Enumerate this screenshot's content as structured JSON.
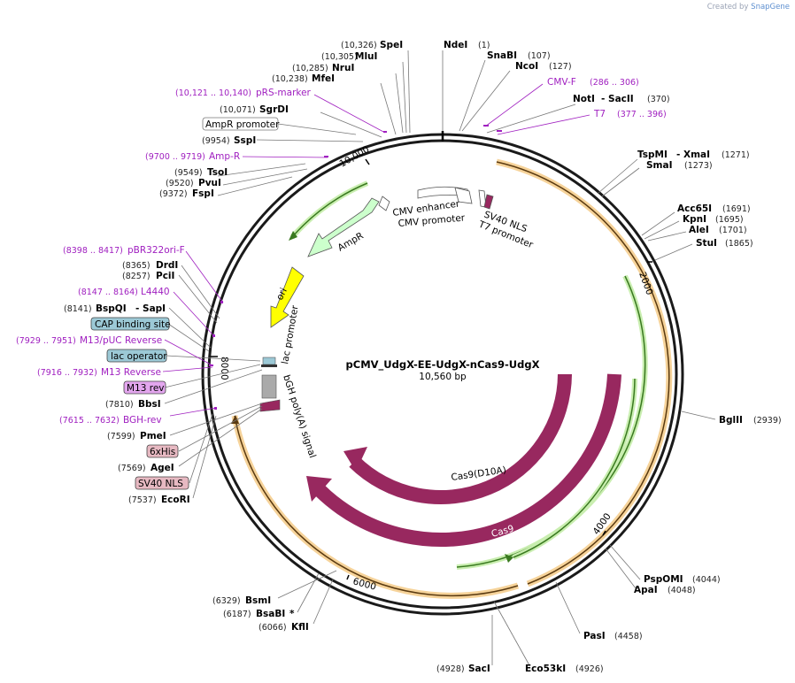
{
  "credit": {
    "prefix": "Created by",
    "brand": "SnapGene"
  },
  "plasmid": {
    "name": "pCMV_UdgX-EE-UdgX-nCas9-UdgX",
    "size": "10,560 bp"
  },
  "ticks": [
    {
      "label": "2000"
    },
    {
      "label": "4000"
    },
    {
      "label": "6000"
    },
    {
      "label": "8000"
    },
    {
      "label": "10,000"
    }
  ],
  "sites": [
    {
      "name": "SpeI",
      "pos": "(10,326)"
    },
    {
      "name": "MluI",
      "pos": "(10,305)"
    },
    {
      "name": "NruI",
      "pos": "(10,285)"
    },
    {
      "name": "MfeI",
      "pos": "(10,238)"
    },
    {
      "name": "NdeI",
      "pos": "(1)"
    },
    {
      "name": "SnaBI",
      "pos": "(107)"
    },
    {
      "name": "NcoI",
      "pos": "(127)"
    },
    {
      "name": "NotI",
      "pos": "- SacII",
      "pos2": "(370)"
    },
    {
      "name": "SgrDI",
      "pos": "(10,071)"
    },
    {
      "name": "SspI",
      "pos": "(9954)"
    },
    {
      "name": "TsoI",
      "pos": "(9549)"
    },
    {
      "name": "PvuI",
      "pos": "(9520)"
    },
    {
      "name": "FspI",
      "pos": "(9372)"
    },
    {
      "name": "TspMI",
      "pos": "- XmaI",
      "pos2": "(1271)"
    },
    {
      "name": "SmaI",
      "pos": "(1273)"
    },
    {
      "name": "Acc65I",
      "pos": "(1691)"
    },
    {
      "name": "KpnI",
      "pos": "(1695)"
    },
    {
      "name": "AleI",
      "pos": "(1701)"
    },
    {
      "name": "StuI",
      "pos": "(1865)"
    },
    {
      "name": "DrdI",
      "pos": "(8365)"
    },
    {
      "name": "PciI",
      "pos": "(8257)"
    },
    {
      "name": "BspQI",
      "pos": "(8141)",
      "extra": "- SapI"
    },
    {
      "name": "BbsI",
      "pos": "(7810)"
    },
    {
      "name": "PmeI",
      "pos": "(7599)"
    },
    {
      "name": "AgeI",
      "pos": "(7569)"
    },
    {
      "name": "EcoRI",
      "pos": "(7537)"
    },
    {
      "name": "BglII",
      "pos": "(2939)"
    },
    {
      "name": "PspOMI",
      "pos": "(4044)"
    },
    {
      "name": "ApaI",
      "pos": "(4048)"
    },
    {
      "name": "PasI",
      "pos": "(4458)"
    },
    {
      "name": "SacI",
      "pos": "(4928)"
    },
    {
      "name": "Eco53kI",
      "pos": "(4926)"
    },
    {
      "name": "BsmI",
      "pos": "(6329)"
    },
    {
      "name": "BsaBI",
      "pos": "(6187)",
      "extra": "*"
    },
    {
      "name": "KflI",
      "pos": "(6066)"
    }
  ],
  "primers": [
    {
      "name": "pRS-marker",
      "range": "(10,121 .. 10,140)"
    },
    {
      "name": "CMV-F",
      "range": "(286 .. 306)"
    },
    {
      "name": "T7",
      "range": "(377 .. 396)"
    },
    {
      "name": "Amp-R",
      "range": "(9700 .. 9719)"
    },
    {
      "name": "pBR322ori-F",
      "range": "(8398 .. 8417)"
    },
    {
      "name": "L4440",
      "range": "(8147 .. 8164)"
    },
    {
      "name": "M13/pUC Reverse",
      "range": "(7929 .. 7951)"
    },
    {
      "name": "M13 Reverse",
      "range": "(7916 .. 7932)"
    },
    {
      "name": "BGH-rev",
      "range": "(7615 .. 7632)"
    }
  ],
  "boxes": [
    {
      "label": "AmpR promoter",
      "color": "#ffffff"
    },
    {
      "label": "CAP binding site",
      "color": "#9cc9d6"
    },
    {
      "label": "lac operator",
      "color": "#9cc9d6"
    },
    {
      "label": "M13 rev",
      "color": "#e3a6ee"
    },
    {
      "label": "6xHis",
      "color": "#e7b9c2"
    },
    {
      "label": "SV40 NLS",
      "color": "#e7b9c2"
    }
  ],
  "features": [
    {
      "label": "CMV enhancer"
    },
    {
      "label": "CMV promoter"
    },
    {
      "label": "SV40 NLS"
    },
    {
      "label": "T7 promoter"
    },
    {
      "label": "AmpR"
    },
    {
      "label": "ori"
    },
    {
      "label": "lac promoter"
    },
    {
      "label": "bGH poly(A) signal"
    },
    {
      "label": "Cas9(D10A)"
    },
    {
      "label": "Cas9"
    }
  ],
  "colors": {
    "backbone": "#1a1a1a",
    "orange_orf": "#f0b34a",
    "green_orf": "#8fd36a",
    "cas9": "#98285f",
    "ampr": "#ccffcc",
    "ori": "#ffff00",
    "primer": "#a020c0"
  }
}
